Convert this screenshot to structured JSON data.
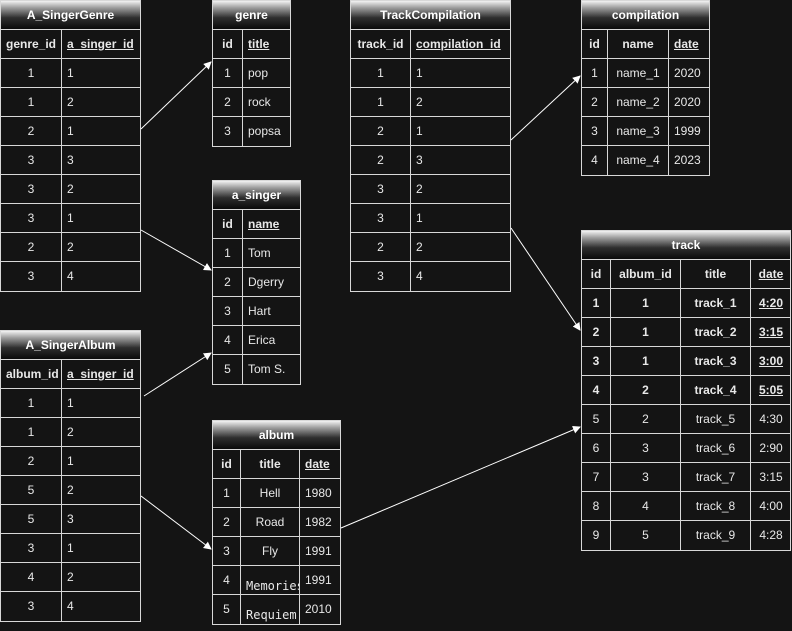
{
  "tables": [
    {
      "id": "a-singergenre",
      "title": "A_SingerGenre",
      "columns": [
        "genre_id",
        "a_singer_id"
      ],
      "underline": [
        false,
        true
      ],
      "align": [
        "center",
        "left"
      ],
      "rows": [
        [
          "1",
          "1"
        ],
        [
          "1",
          "2"
        ],
        [
          "2",
          "1"
        ],
        [
          "3",
          "3"
        ],
        [
          "3",
          "2"
        ],
        [
          "3",
          "1"
        ],
        [
          "2",
          "2"
        ],
        [
          "3",
          "4"
        ]
      ]
    },
    {
      "id": "genre",
      "title": "genre",
      "columns": [
        "id",
        "title"
      ],
      "underline": [
        false,
        true
      ],
      "align": [
        "center",
        "left"
      ],
      "rows": [
        [
          "1",
          "pop"
        ],
        [
          "2",
          "rock"
        ],
        [
          "3",
          "popsa"
        ]
      ]
    },
    {
      "id": "a-singer",
      "title": "a_singer",
      "columns": [
        "id",
        "name"
      ],
      "underline": [
        false,
        true
      ],
      "align": [
        "center",
        "left"
      ],
      "rows": [
        [
          "1",
          "Tom"
        ],
        [
          "2",
          "Dgerry"
        ],
        [
          "3",
          "Hart"
        ],
        [
          "4",
          "Erica"
        ],
        [
          "5",
          "Tom S."
        ]
      ]
    },
    {
      "id": "a-singeralbum",
      "title": "A_SingerAlbum",
      "columns": [
        "album_id",
        "a_singer_id"
      ],
      "underline": [
        false,
        true
      ],
      "align": [
        "center",
        "left"
      ],
      "rows": [
        [
          "1",
          "1"
        ],
        [
          "1",
          "2"
        ],
        [
          "2",
          "1"
        ],
        [
          "5",
          "2"
        ],
        [
          "5",
          "3"
        ],
        [
          "3",
          "1"
        ],
        [
          "4",
          "2"
        ],
        [
          "3",
          "4"
        ]
      ]
    },
    {
      "id": "album",
      "title": "album",
      "columns": [
        "id",
        "title",
        "date"
      ],
      "underline": [
        false,
        false,
        true
      ],
      "align": [
        "center",
        "center",
        "left"
      ],
      "mono": [
        [
          "3",
          "1"
        ],
        [
          "4",
          "1"
        ]
      ],
      "rows": [
        [
          "1",
          "Hell",
          "1980"
        ],
        [
          "2",
          "Road",
          "1982"
        ],
        [
          "3",
          "Fly",
          "1991"
        ],
        [
          "4",
          "Memories",
          "1991"
        ],
        [
          "5",
          "Requiem",
          "2010"
        ]
      ]
    },
    {
      "id": "trackcompilation",
      "title": "TrackCompilation",
      "columns": [
        "track_id",
        "compilation_id"
      ],
      "underline": [
        false,
        true
      ],
      "align": [
        "center",
        "left"
      ],
      "rows": [
        [
          "1",
          "1"
        ],
        [
          "1",
          "2"
        ],
        [
          "2",
          "1"
        ],
        [
          "2",
          "3"
        ],
        [
          "3",
          "2"
        ],
        [
          "3",
          "1"
        ],
        [
          "2",
          "2"
        ],
        [
          "3",
          "4"
        ]
      ]
    },
    {
      "id": "compilation",
      "title": "compilation",
      "columns": [
        "id",
        "name",
        "date"
      ],
      "underline": [
        false,
        false,
        true
      ],
      "align": [
        "center",
        "center",
        "left"
      ],
      "rows": [
        [
          "1",
          "name_1",
          "2020"
        ],
        [
          "2",
          "name_2",
          "2020"
        ],
        [
          "3",
          "name_3",
          "1999"
        ],
        [
          "4",
          "name_4",
          "2023"
        ]
      ]
    },
    {
      "id": "track",
      "title": "track",
      "columns": [
        "id",
        "album_id",
        "title",
        "date"
      ],
      "underline": [
        false,
        false,
        false,
        true
      ],
      "align": [
        "center",
        "center",
        "center",
        "center"
      ],
      "bold_rows": 4,
      "underline_last_col_rows": 4,
      "rows": [
        [
          "1",
          "1",
          "track_1",
          "4:20"
        ],
        [
          "2",
          "1",
          "track_2",
          "3:15"
        ],
        [
          "3",
          "1",
          "track_3",
          "3:00"
        ],
        [
          "4",
          "2",
          "track_4",
          "5:05"
        ],
        [
          "5",
          "2",
          "track_5",
          "4:30"
        ],
        [
          "6",
          "3",
          "track_6",
          "2:90"
        ],
        [
          "7",
          "3",
          "track_7",
          "3:15"
        ],
        [
          "8",
          "4",
          "track_8",
          "4:00"
        ],
        [
          "9",
          "5",
          "track_9",
          "4:28"
        ]
      ]
    }
  ]
}
